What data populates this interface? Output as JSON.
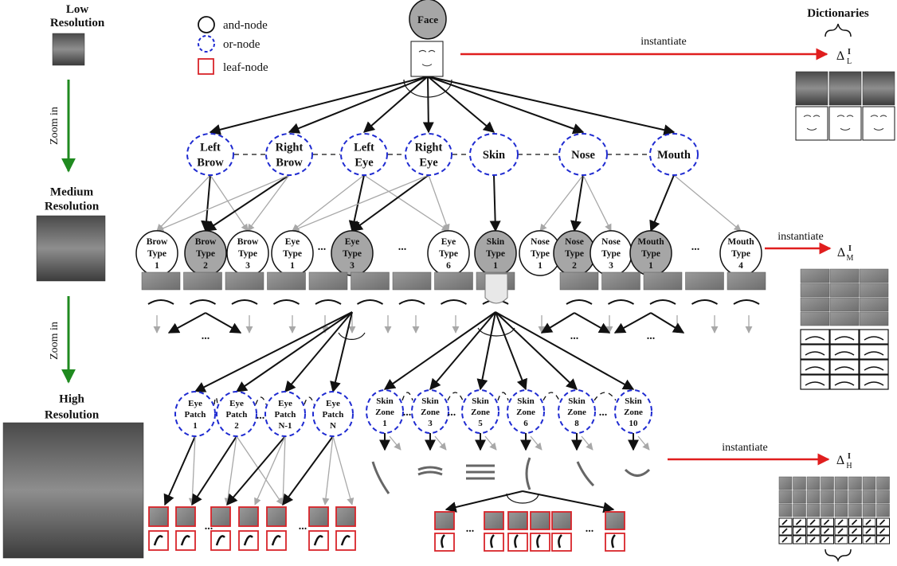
{
  "left_column": {
    "low": [
      "Low",
      "Resolution"
    ],
    "medium": [
      "Medium",
      "Resolution"
    ],
    "high": [
      "High",
      "Resolution"
    ],
    "zoom_label": "Zoom in"
  },
  "legend": {
    "and": "and-node",
    "or": "or-node",
    "leaf": "leaf-node"
  },
  "root": "Face",
  "instantiate": "instantiate",
  "dictionaries": {
    "title": "Dictionaries",
    "delta": "Δ",
    "sup": "I",
    "low_sub": "L",
    "mid_sub": "M",
    "high_sub": "H"
  },
  "parts": [
    [
      "Left",
      "Brow"
    ],
    [
      "Right",
      "Brow"
    ],
    [
      "Left",
      "Eye"
    ],
    [
      "Right",
      "Eye"
    ],
    [
      "Skin"
    ],
    [
      "Nose"
    ],
    [
      "Mouth"
    ]
  ],
  "types": [
    [
      "Brow",
      "Type",
      "1"
    ],
    [
      "Brow",
      "Type",
      "2"
    ],
    [
      "Brow",
      "Type",
      "3"
    ],
    [
      "Eye",
      "Type",
      "1"
    ],
    [
      "Eye",
      "Type",
      "3"
    ],
    [
      "Eye",
      "Type",
      "6"
    ],
    [
      "Skin",
      "Type",
      "1"
    ],
    [
      "Nose",
      "Type",
      "1"
    ],
    [
      "Nose",
      "Type",
      "2"
    ],
    [
      "Nose",
      "Type",
      "3"
    ],
    [
      "Mouth",
      "Type",
      "1"
    ],
    [
      "Mouth",
      "Type",
      "4"
    ]
  ],
  "eye_patches": [
    [
      "Eye",
      "Patch",
      "1"
    ],
    [
      "Eye",
      "Patch",
      "2"
    ],
    [
      "Eye",
      "Patch",
      "N-1"
    ],
    [
      "Eye",
      "Patch",
      "N"
    ]
  ],
  "skin_zones": [
    [
      "Skin",
      "Zone",
      "1"
    ],
    [
      "Skin",
      "Zone",
      "3"
    ],
    [
      "Skin",
      "Zone",
      "5"
    ],
    [
      "Skin",
      "Zone",
      "6"
    ],
    [
      "Skin",
      "Zone",
      "8"
    ],
    [
      "Skin",
      "Zone",
      "10"
    ]
  ],
  "ellipsis": "...",
  "colors": {
    "and_fill_selected": "#a6a6a6",
    "or_stroke": "#1f2bd1",
    "leaf_stroke": "#d8242a",
    "instantiate_arrow": "#e01e1e",
    "zoom_arrow": "#1f8a1f",
    "edge_dark": "#111111",
    "edge_light": "#a8a8a8"
  }
}
